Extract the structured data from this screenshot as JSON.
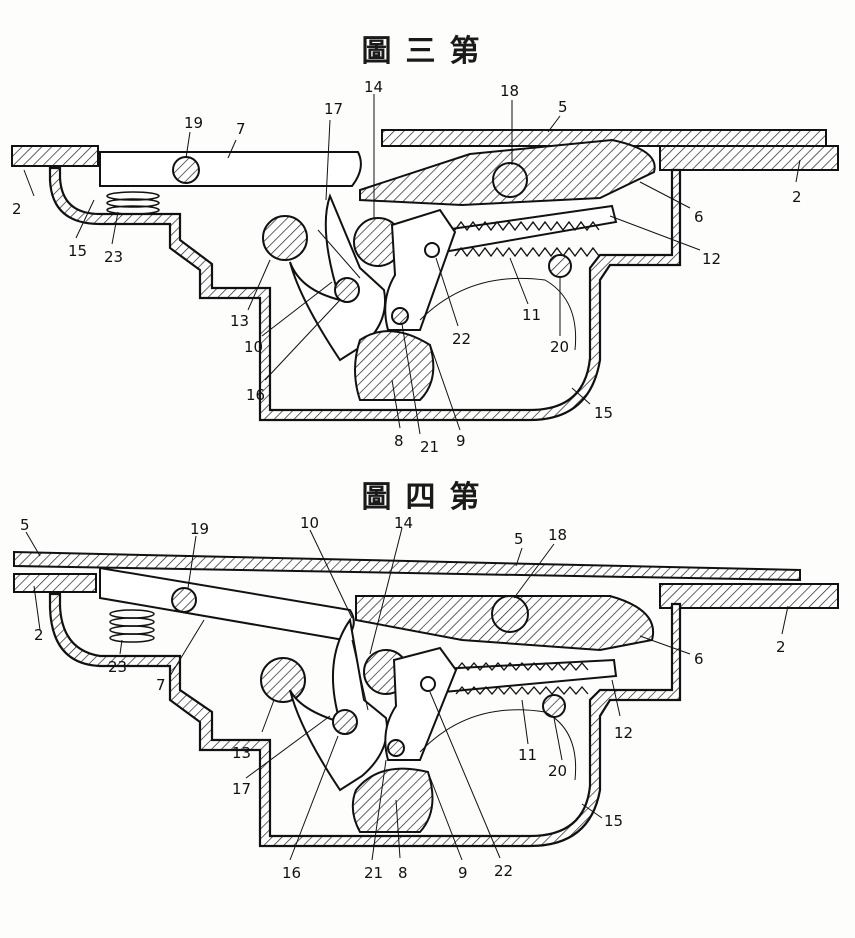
{
  "figure3": {
    "title": "圖三第",
    "labels": [
      "2",
      "15",
      "23",
      "19",
      "7",
      "17",
      "14",
      "13",
      "10",
      "16",
      "18",
      "5",
      "6",
      "2",
      "12",
      "22",
      "11",
      "20",
      "15",
      "8",
      "21",
      "9"
    ]
  },
  "figure4": {
    "title": "圖四第",
    "labels": [
      "5",
      "2",
      "19",
      "23",
      "7",
      "10",
      "14",
      "13",
      "17",
      "16",
      "21",
      "8",
      "9",
      "22",
      "18",
      "5",
      "6",
      "2",
      "12",
      "11",
      "20",
      "15"
    ]
  }
}
